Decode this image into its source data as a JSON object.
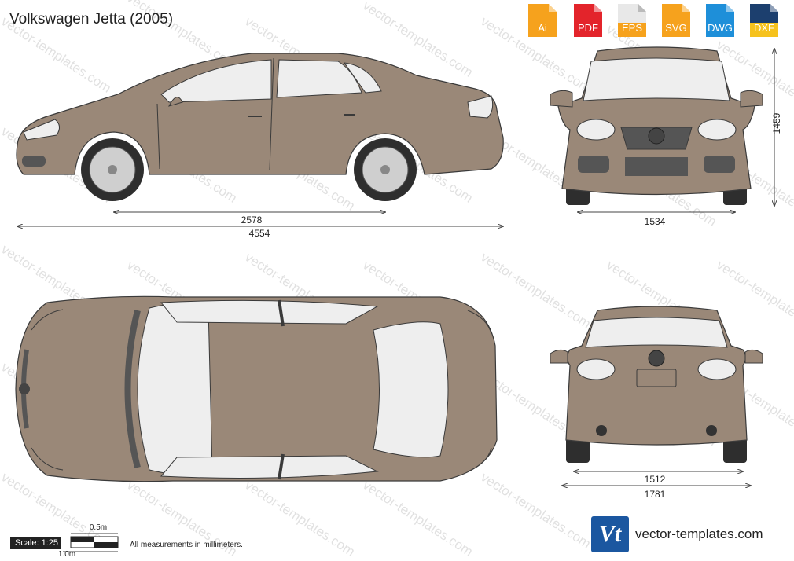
{
  "title": "Volkswagen Jetta (2005)",
  "formats": [
    {
      "label": "Ai",
      "color": "#f6a21d"
    },
    {
      "label": "PDF",
      "color": "#e3242b"
    },
    {
      "label": "EPS",
      "color": "#e8e8e8"
    },
    {
      "label": "SVG",
      "color": "#f6a21d"
    },
    {
      "label": "DWG",
      "color": "#1e8fd9"
    },
    {
      "label": "DXF",
      "color": "#1c3f6e"
    }
  ],
  "dimensions": {
    "wheelbase": "2578",
    "length": "4554",
    "height": "1459",
    "front_track": "1534",
    "rear_track": "1512",
    "width": "1781"
  },
  "scale": {
    "label": "Scale: 1:25",
    "half_meter": "0.5m",
    "one_meter": "1.0m"
  },
  "note": "All measurements in millimeters.",
  "brand": {
    "logo": "Vt",
    "text": "vector-templates.com"
  },
  "watermark": "vector-templates.com",
  "colors": {
    "body": "#9a8878",
    "outline": "#3a3a3a",
    "glass": "#eeeeee"
  }
}
